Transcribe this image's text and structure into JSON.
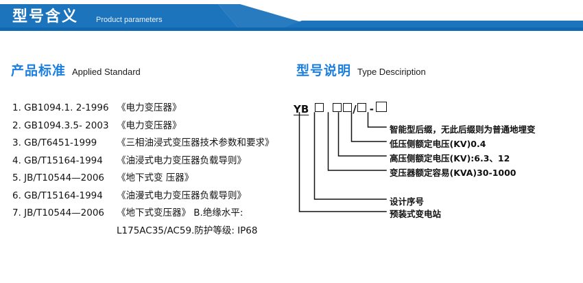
{
  "header": {
    "title_cn": "型号含义",
    "title_en": "Product parameters",
    "bar_color": "#1c74bc",
    "strip_color": "#1069b0"
  },
  "standards_section": {
    "heading_cn": "产品标准",
    "heading_en": "Applied Standard",
    "heading_color": "#1b7fe0",
    "items": [
      {
        "index": "1.",
        "code": "GB1094.1. 2-1996",
        "name": "《电力变压器》"
      },
      {
        "index": "2.",
        "code": "GB1094.3.5- 2003",
        "name": "《电力变压器》"
      },
      {
        "index": "3.",
        "code": "GB/T6451-1999",
        "name": "《三相油浸式变压器技术参数和要求》"
      },
      {
        "index": "4.",
        "code": "GB/T15164-1994",
        "name": "《油浸式电力变压器负载导则》"
      },
      {
        "index": "5.",
        "code": "JB/T10544—2006",
        "name": "《地下式变 压器》"
      },
      {
        "index": "6.",
        "code": "GB/T15164-1994",
        "name": "《油漫式电力变压器负载导则》"
      },
      {
        "index": "7.",
        "code": "JB/T10544—2006",
        "name": "《地下式变压器》 B.绝缘水平:"
      }
    ],
    "continuation": "L175AC35/AC59.防护等级: IP68"
  },
  "type_section": {
    "heading_cn": "型号说明",
    "heading_en": "Type Desciription",
    "heading_color": "#1b7fe0",
    "code": {
      "prefix": "YB",
      "slash": "/",
      "dash": "-",
      "boxes": [
        "box-1",
        "box-2",
        "box-3",
        "box-4",
        "box-5"
      ]
    },
    "annotations": [
      {
        "id": "smart-suffix",
        "text": "智能型后缀，无此后缀则为普通地埋变"
      },
      {
        "id": "lv-rated-voltage",
        "text": "低压侧额定电压(KV)0.4"
      },
      {
        "id": "hv-rated-voltage",
        "text": "高压侧额定电压(KV):6.3、12"
      },
      {
        "id": "rated-capacity",
        "text": "变压器额定容易(KVA)30-1000"
      },
      {
        "id": "design-serial",
        "text": "设计序号"
      },
      {
        "id": "prefab-substation",
        "text": "预装式变电站"
      }
    ]
  }
}
